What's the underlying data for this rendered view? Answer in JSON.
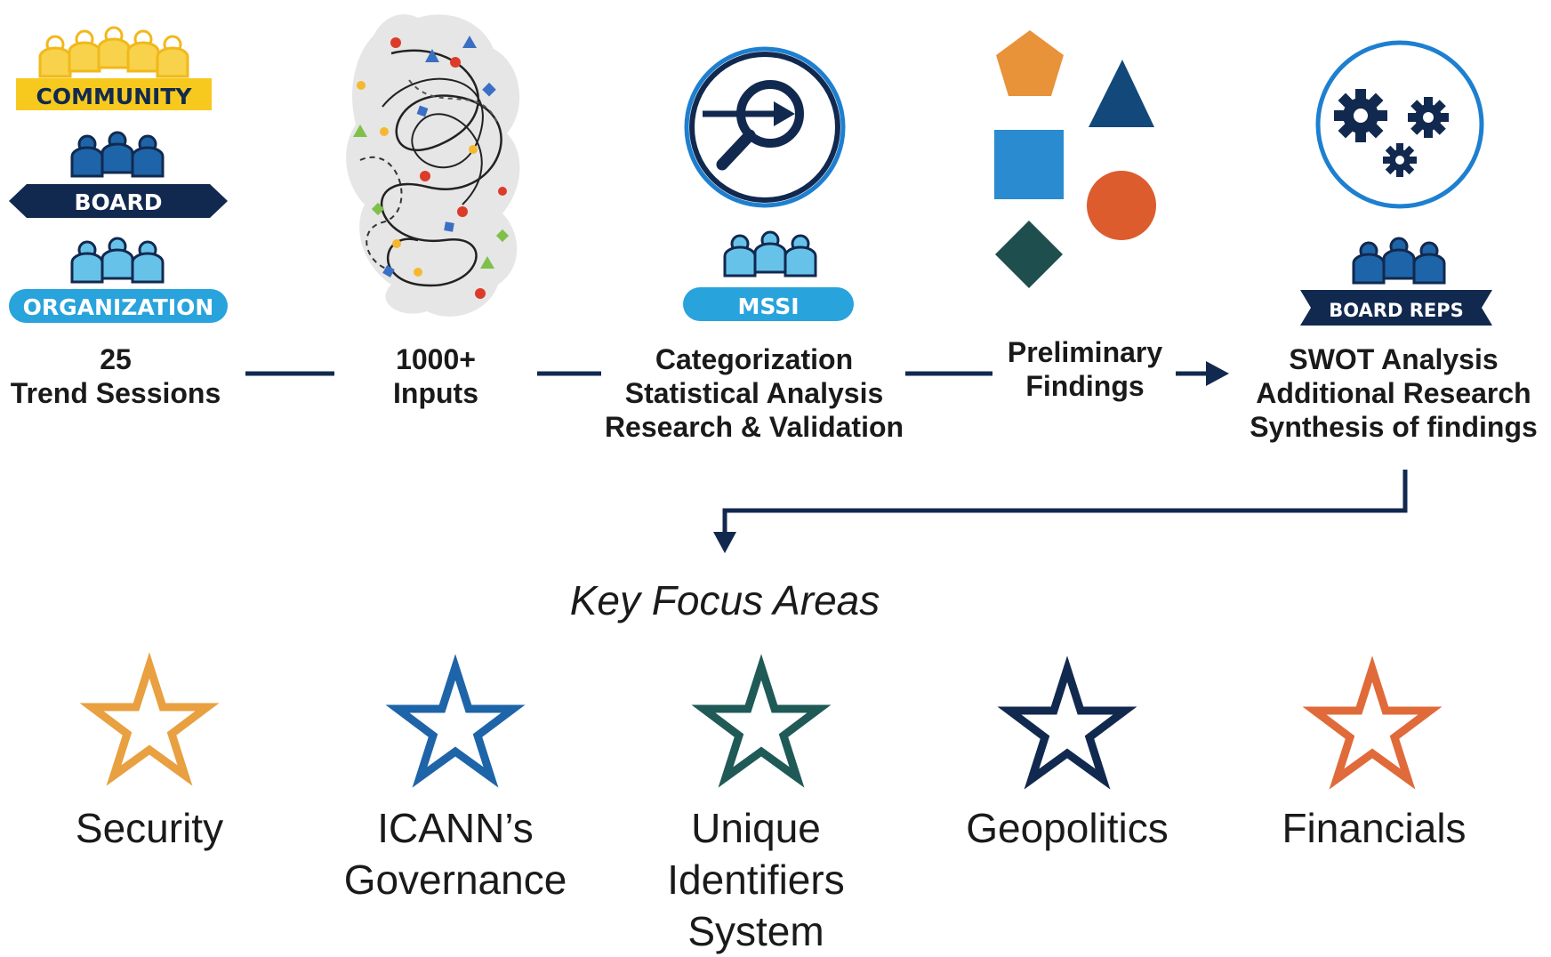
{
  "groups": {
    "community": "COMMUNITY",
    "board": "BOARD",
    "organization": "ORGANIZATION",
    "mssi": "MSSI",
    "board_reps": "BOARD REPS"
  },
  "steps": [
    {
      "lines": [
        "25",
        "Trend Sessions"
      ]
    },
    {
      "lines": [
        "1000+",
        "Inputs"
      ]
    },
    {
      "lines": [
        "Categorization",
        "Statistical Analysis",
        "Research & Validation"
      ]
    },
    {
      "lines": [
        "Preliminary",
        "Findings"
      ]
    },
    {
      "lines": [
        "SWOT Analysis",
        "Additional Research",
        "Synthesis of findings"
      ]
    }
  ],
  "key_focus_title": "Key Focus Areas",
  "focus_areas": [
    {
      "lines": [
        "Security"
      ],
      "color": "#E8A040"
    },
    {
      "lines": [
        "ICANN’s",
        "Governance"
      ],
      "color": "#1E64A8"
    },
    {
      "lines": [
        "Unique",
        "Identifiers",
        "System"
      ],
      "color": "#1F5A57"
    },
    {
      "lines": [
        "Geopolitics"
      ],
      "color": "#12294F"
    },
    {
      "lines": [
        "Financials"
      ],
      "color": "#E06A3A"
    }
  ],
  "colors": {
    "navy": "#12294F",
    "community_yellow": "#F7C91E",
    "light_blue": "#29A3DC",
    "mid_blue": "#1E64A8",
    "orange": "#E8923A",
    "dark_teal": "#1F4E4E",
    "red_orange": "#DD5C2E",
    "square_blue": "#2A8BD0"
  }
}
